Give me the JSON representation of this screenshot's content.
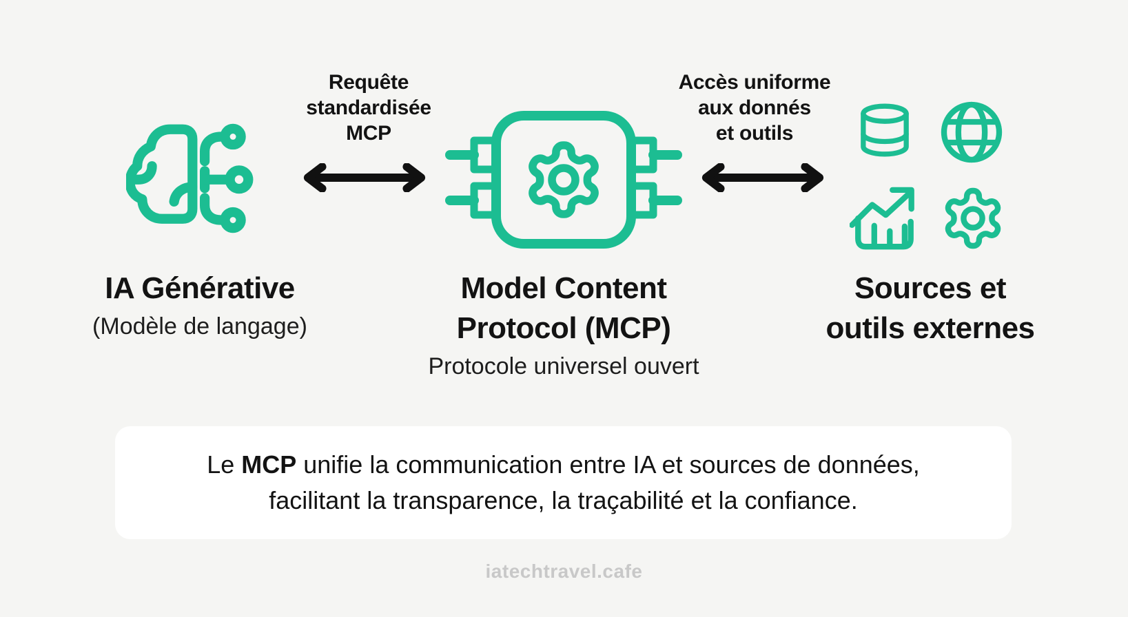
{
  "colors": {
    "background": "#f5f5f3",
    "accent_green": "#1cbd92",
    "text": "#131313",
    "card_background": "#ffffff",
    "arrow_black": "#111111",
    "footer_gray": "#c8c8c8"
  },
  "left_node": {
    "icon": "brain-circuit-icon",
    "title": "IA Générative",
    "subtitle": "(Modèle de langage)"
  },
  "center_node": {
    "icon": "chip-gear-icon",
    "title_line1": "Model Content",
    "title_line2": "Protocol (MCP)",
    "subtitle": "Protocole universel ouvert"
  },
  "right_node": {
    "icons": [
      "database-icon",
      "globe-icon",
      "trending-chart-icon",
      "gear-icon"
    ],
    "title_line1": "Sources et",
    "title_line2": "outils externes"
  },
  "left_arrow": {
    "label_line1": "Requête",
    "label_line2": "standardisée",
    "label_line3": "MCP"
  },
  "right_arrow": {
    "label_line1": "Accès uniforme",
    "label_line2": "aux donnés",
    "label_line3": "et outils"
  },
  "summary": {
    "lead": "Le ",
    "highlight": "MCP",
    "line1_rest": " unifie la communication entre IA et sources de données,",
    "line2": "facilitant la transparence, la traçabilité et la confiance."
  },
  "footer": {
    "site": "iatechtravel.cafe"
  }
}
